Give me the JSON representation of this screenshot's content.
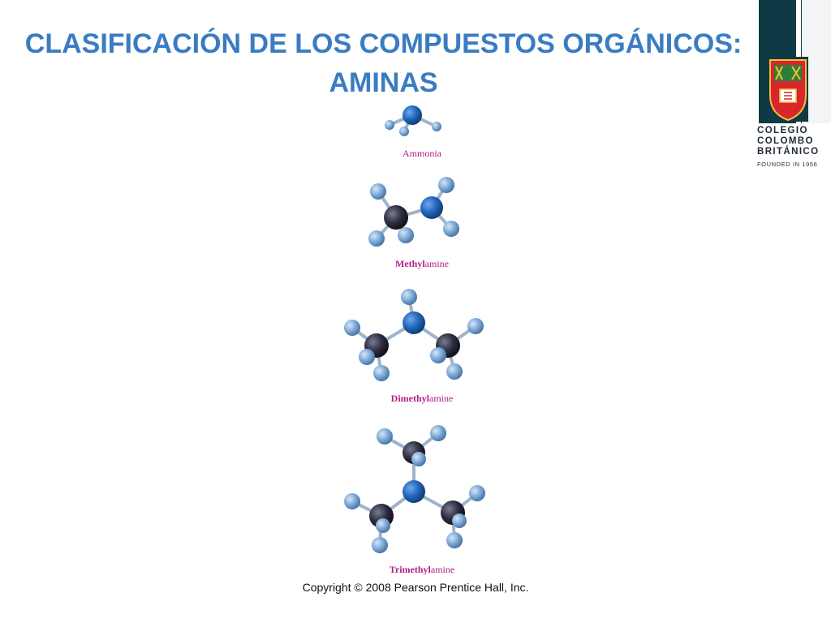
{
  "title": {
    "line1": "CLASIFICACIÓN DE LOS COMPUESTOS ORGÁNICOS:",
    "line2": "AMINAS"
  },
  "logo": {
    "name_line1": "COLEGIO",
    "name_line2": "COLOMBO",
    "name_line3": "BRITÁNICO",
    "founded": "FOUNDED IN 1956"
  },
  "molecules": [
    {
      "bold": "",
      "plain": "Ammonia"
    },
    {
      "bold": "Methyl",
      "plain": "amine"
    },
    {
      "bold": "Dimethyl",
      "plain": "amine"
    },
    {
      "bold": "Trimethyl",
      "plain": "amine"
    }
  ],
  "copyright": "Copyright © 2008 Pearson Prentice Hall, Inc.",
  "colors": {
    "title": "#3a7cc2",
    "caption": "#b01f86",
    "nitrogen": "#1f63b8",
    "carbon": "#2c2c3e",
    "hydrogen": "#7aa6d6",
    "bond": "#9fb4c9"
  }
}
